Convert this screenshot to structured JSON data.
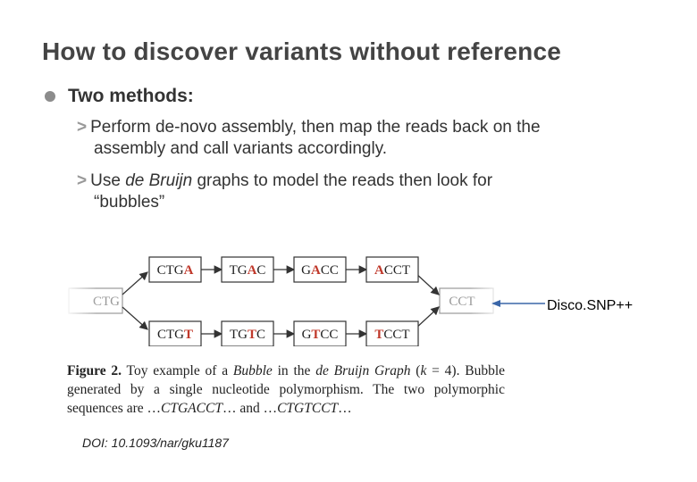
{
  "slide": {
    "title": "How to discover variants without reference",
    "bullet": "Two methods:",
    "methods": [
      {
        "line1": "Perform de-novo assembly, then map the reads back on  the",
        "line2": "assembly and call variants accordingly."
      },
      {
        "line1_pre": "Use ",
        "line1_em": "de Bruijn",
        "line1_post": " graphs to model the reads then look for",
        "line2": "“bubbles”"
      }
    ],
    "arrow_glyph": ">"
  },
  "figure": {
    "start_node": "CTG",
    "end_node": "CCT",
    "top_path": [
      "CTGA",
      "TGAC",
      "GACC",
      "ACCT"
    ],
    "bottom_path": [
      "CTGT",
      "TGTC",
      "GTCC",
      "TCCT"
    ],
    "highlight_color": "#c0392b",
    "caption_label": "Figure 2.",
    "caption_text_1": " Toy example of a ",
    "caption_em_1": "Bubble",
    "caption_text_2": " in the ",
    "caption_em_2": "de Bruijn Graph",
    "caption_text_3": " (",
    "caption_em_3": "k",
    "caption_text_4": " = 4). Bubble generated by a single nucleotide polymorphism. The two polymorphic sequences are …",
    "caption_em_4": "CTGACCT",
    "caption_text_5": "… and …",
    "caption_em_5": "CTGTCCT",
    "caption_text_6": "…",
    "doi": "DOI: 10.1093/nar/gku1187"
  },
  "annotation": {
    "tool_label": "Disco.SNP++",
    "line_color": "#3a66a8"
  }
}
